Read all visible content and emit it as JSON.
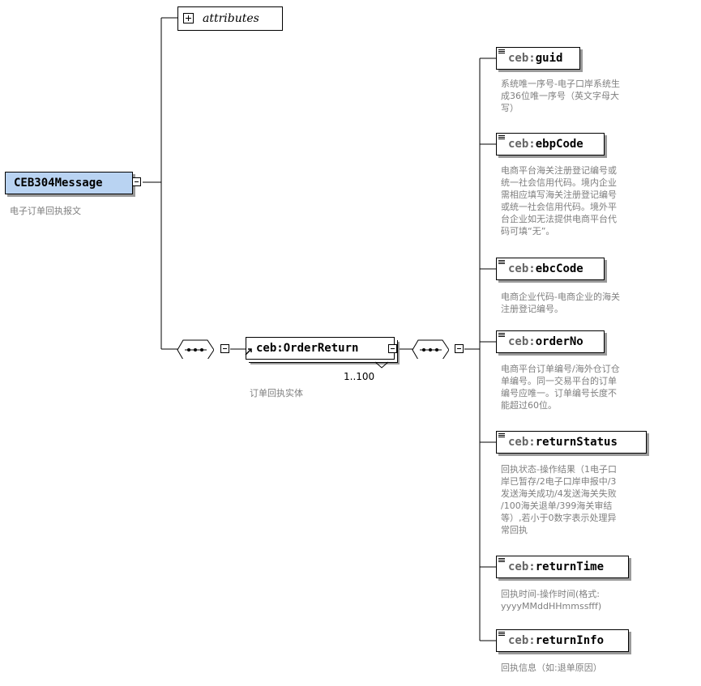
{
  "root": {
    "name": "CEB304Message",
    "description": "电子订单回执报文"
  },
  "attributes": {
    "label": "attributes"
  },
  "orderReturn": {
    "ns": "ceb",
    "name": "OrderReturn",
    "occurrence": "1..100",
    "description": "订单回执实体"
  },
  "elements": [
    {
      "ns": "ceb",
      "name": "guid",
      "description": [
        "系统唯一序号-电子口岸系统生",
        "成36位唯一序号（英文字母大",
        "写）"
      ]
    },
    {
      "ns": "ceb",
      "name": "ebpCode",
      "description": [
        "电商平台海关注册登记编号或",
        "统一社会信用代码。境内企业",
        "需相应填写海关注册登记编号",
        "或统一社会信用代码。境外平",
        "台企业如无法提供电商平台代",
        "码可填“无”。"
      ]
    },
    {
      "ns": "ceb",
      "name": "ebcCode",
      "description": [
        "电商企业代码-电商企业的海关",
        "注册登记编号。"
      ]
    },
    {
      "ns": "ceb",
      "name": "orderNo",
      "description": [
        "电商平台订单编号/海外仓订仓",
        "单编号。同一交易平台的订单",
        "编号应唯一。订单编号长度不",
        "能超过60位。"
      ]
    },
    {
      "ns": "ceb",
      "name": "returnStatus",
      "description": [
        "回执状态-操作结果（1电子口",
        "岸已暂存/2电子口岸申报中/3",
        "发送海关成功/4发送海关失败",
        "/100海关退单/399海关审结",
        "等）,若小于0数字表示处理异",
        "常回执"
      ]
    },
    {
      "ns": "ceb",
      "name": "returnTime",
      "description": [
        "回执时间-操作时间(格式:",
        "yyyyMMddHHmmssfff)"
      ]
    },
    {
      "ns": "ceb",
      "name": "returnInfo",
      "description": [
        "回执信息（如:退单原因）"
      ]
    }
  ]
}
